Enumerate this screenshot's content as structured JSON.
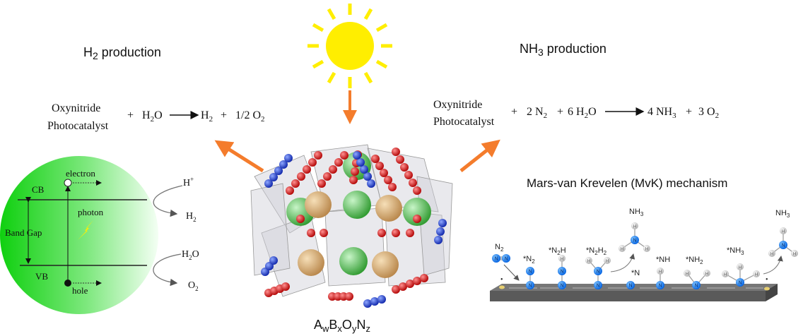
{
  "h2_panel": {
    "title_main": "H",
    "title_sub": "2",
    "title_rest": " production",
    "catalyst_line1": "Oxynitride",
    "catalyst_line2": "Photocatalyst",
    "eq_plus1": "+",
    "eq_h2o": "H",
    "eq_h2o_sub": "2",
    "eq_h2o_rest": "O",
    "eq_h2": "H",
    "eq_h2_sub": "2",
    "eq_plus2": "+",
    "eq_o2": "1/2 O",
    "eq_o2_sub": "2",
    "band": {
      "cb": "CB",
      "vb": "VB",
      "band_gap": "Band Gap",
      "electron": "electron",
      "hole": "hole",
      "photon": "photon",
      "h_plus": "H",
      "h_plus_sup": "+",
      "h2": "H",
      "h2_sub": "2",
      "h2o": "H",
      "h2o_sub": "2",
      "h2o_rest": "O",
      "o2": "O",
      "o2_sub": "2"
    }
  },
  "nh3_panel": {
    "title_main": "NH",
    "title_sub": "3",
    "title_rest": " production",
    "catalyst_line1": "Oxynitride",
    "catalyst_line2": "Photocatalyst",
    "eq_plus1": "+",
    "eq_n2": "2 N",
    "eq_n2_sub": "2",
    "eq_plus2": "+",
    "eq_h2o": "6 H",
    "eq_h2o_sub": "2",
    "eq_h2o_rest": "O",
    "eq_nh3": "4 NH",
    "eq_nh3_sub": "3",
    "eq_plus3": "+",
    "eq_o2": "3 O",
    "eq_o2_sub": "2",
    "mechanism_title": "Mars-van Krevelen (MvK) mechanism",
    "species": {
      "n2": [
        "N",
        "2",
        ""
      ],
      "s_n2": [
        "*N",
        "2",
        ""
      ],
      "s_n2h": [
        "*N",
        "2",
        "H"
      ],
      "s_n2h2": [
        "*N",
        "2",
        "H",
        "2"
      ],
      "nh3_a": [
        "NH",
        "3",
        ""
      ],
      "s_n": [
        "*N",
        "",
        ""
      ],
      "s_nh": [
        "*NH",
        "",
        ""
      ],
      "s_nh2": [
        "*NH",
        "2",
        ""
      ],
      "s_nh3": [
        "*NH",
        "3",
        ""
      ],
      "nh3_b": [
        "NH",
        "3",
        ""
      ]
    },
    "atom_n": "N",
    "atom_h": "H"
  },
  "formula": {
    "A": "A",
    "w": "w",
    "B": "B",
    "x": "x",
    "O": "O",
    "y": "y",
    "N": "N",
    "z": "z"
  },
  "colors": {
    "arrow": "#f47c2c",
    "sun": "#ffee00",
    "green": "#1ed61e",
    "nitrogen": "#1a7fff",
    "oxygen": "#d81b1b",
    "blue_anion": "#1b3fd8",
    "bar": "#5a5a5a"
  }
}
